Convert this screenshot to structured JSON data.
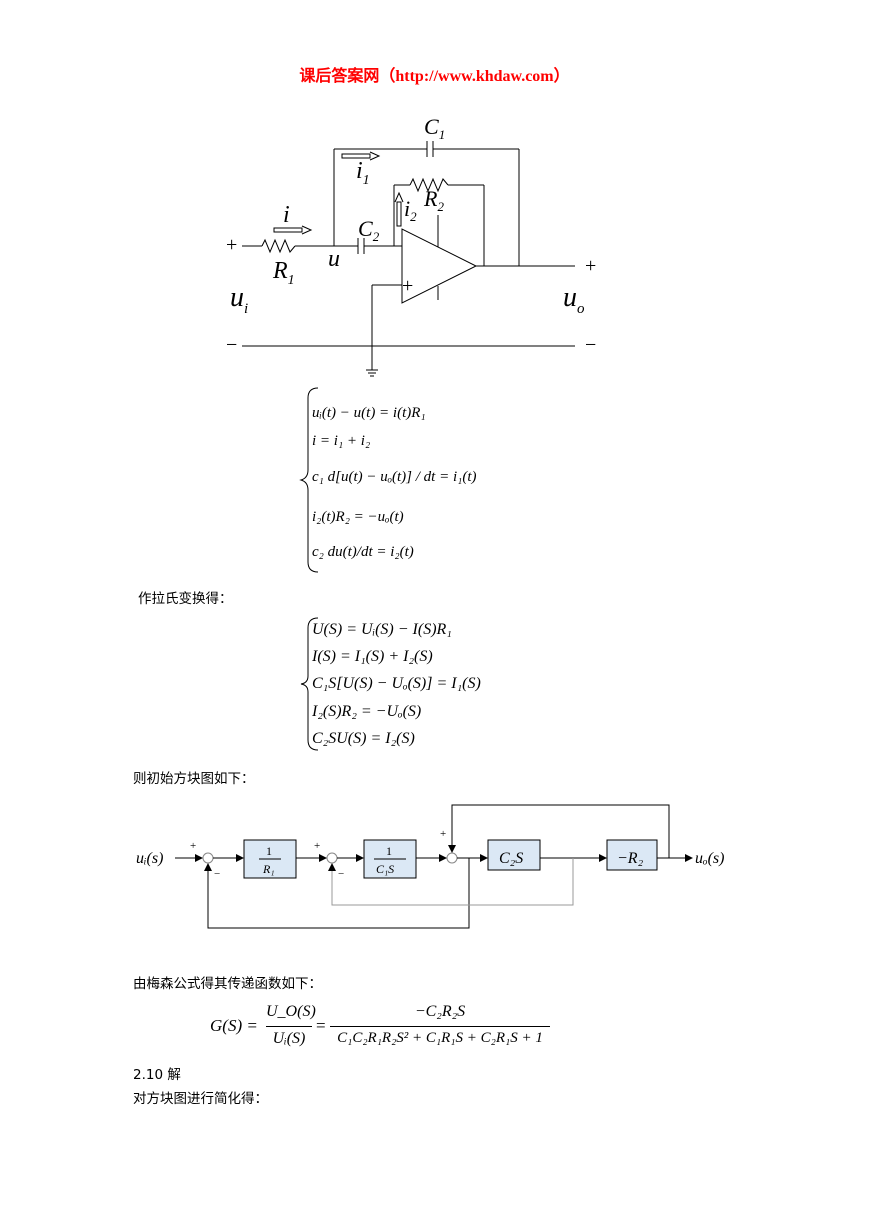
{
  "header": {
    "site": "课后答案网（",
    "url": "http://www.khdaw.com",
    "close": "）"
  },
  "circuit": {
    "c1": "C",
    "c1_sub": "1",
    "i1": "i",
    "i1_sub": "1",
    "r2": "R",
    "r2_sub": "2",
    "i2": "i",
    "i2_sub": "2",
    "i": "i",
    "c2": "C",
    "c2_sub": "2",
    "u": "u",
    "r1": "R",
    "r1_sub": "1",
    "ui": "u",
    "ui_sub": "i",
    "uo": "u",
    "uo_sub": "o",
    "plus": "+",
    "minus": "−"
  },
  "time_eqs": [
    "uᵢ(t) − u(t) = i(t)R₁",
    "i = i₁ + i₂",
    "c₁ d[u(t) − uₒ(t)] / dt = i₁(t)",
    "i₂(t)R₂ = −uₒ(t)",
    "c₂ du(t)/dt = i₂(t)"
  ],
  "text_laplace": "作拉氏变换得：",
  "s_eqs": [
    "U(S) = Uᵢ(S) − I(S)R₁",
    "I(S) = I₁(S) + I₂(S)",
    "C₁S[U(S) − Uₒ(S)] = I₁(S)",
    "I₂(S)R₂ = −Uₒ(S)",
    "C₂SU(S) = I₂(S)"
  ],
  "text_block": "则初始方块图如下：",
  "block": {
    "input": "uᵢ(s)",
    "output": "uₒ(s)",
    "b1_num": "1",
    "b1_den": "R₁",
    "b2_num": "1",
    "b2_den": "C₁S",
    "b3": "C₂S",
    "b4": "−R₂",
    "plus": "+",
    "minus": "−"
  },
  "text_mason": "由梅森公式得其传递函数如下：",
  "transfer": {
    "lhs": "G(S) =",
    "frac1_num": "U_O(S)",
    "frac1_den": "Uᵢ(S)",
    "eq": "=",
    "frac2_num": "−C₂R₂S",
    "frac2_den": "C₁C₂R₁R₂S² + C₁R₁S + C₂R₁S + 1"
  },
  "section": "2.10  解",
  "text_simplify": "对方块图进行简化得："
}
